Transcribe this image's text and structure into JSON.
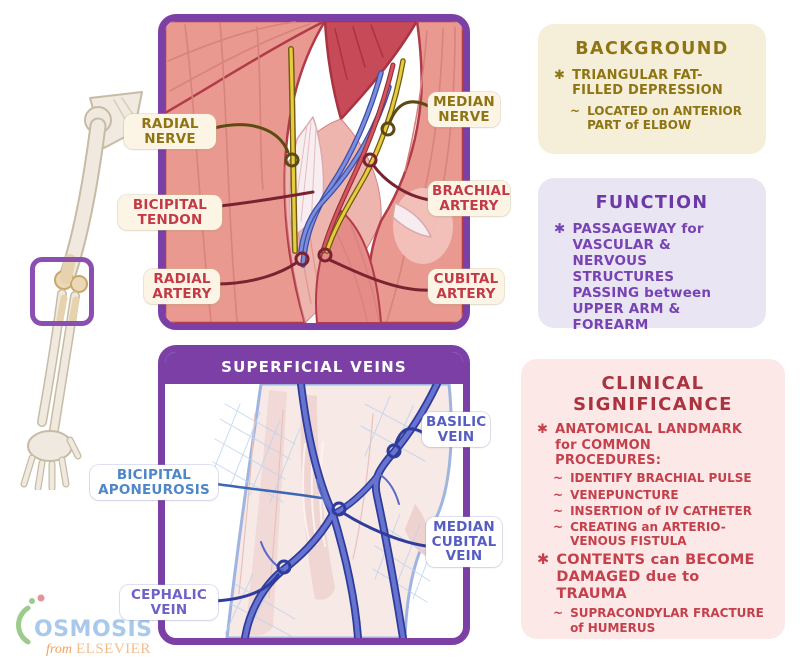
{
  "figure_fossa": {
    "labels": {
      "radial_nerve": "RADIAL NERVE",
      "bicipital_tendon": "BICIPITAL TENDON",
      "radial_artery": "RADIAL ARTERY",
      "median_nerve": "MEDIAN NERVE",
      "brachial_artery": "BRACHIAL ARTERY",
      "cubital_artery": "CUBITAL ARTERY"
    }
  },
  "figure_veins": {
    "title": "SUPERFICIAL VEINS",
    "labels": {
      "basilic_vein": "BASILIC VEIN",
      "bicipital_aponeurosis": "BICIPITAL APONEUROSIS",
      "median_cubital_vein": "MEDIAN CUBITAL VEIN",
      "cephalic_vein": "CEPHALIC VEIN"
    }
  },
  "panels": {
    "background": {
      "title": "BACKGROUND",
      "items": [
        {
          "marker": "✱",
          "text": "TRIANGULAR FAT-FILLED DEPRESSION"
        },
        {
          "marker": "~",
          "text": "LOCATED on ANTERIOR PART of ELBOW"
        }
      ]
    },
    "function": {
      "title": "FUNCTION",
      "items": [
        {
          "marker": "✱",
          "text": "PASSAGEWAY for VASCULAR & NERVOUS STRUCTURES PASSING between UPPER ARM & FOREARM"
        }
      ]
    },
    "clinical": {
      "title": "CLINICAL SIGNIFICANCE",
      "items": [
        {
          "marker": "✱",
          "text": "ANATOMICAL LANDMARK for COMMON PROCEDURES:"
        },
        {
          "marker": "~",
          "text": "IDENTIFY BRACHIAL PULSE"
        },
        {
          "marker": "~",
          "text": "VENEPUNCTURE"
        },
        {
          "marker": "~",
          "text": "INSERTION of IV CATHETER"
        },
        {
          "marker": "~",
          "text": "CREATING an ARTERIO-VENOUS FISTULA"
        },
        {
          "marker": "✱",
          "text": "CONTENTS can BECOME DAMAGED due to TRAUMA"
        },
        {
          "marker": "~",
          "text": "SUPRACONDYLAR FRACTURE of HUMERUS"
        }
      ]
    }
  },
  "logo": {
    "brand": "OSMOSIS",
    "from_text": "from",
    "publisher": "ELSEVIER"
  },
  "colors": {
    "frame_purple": "#7B3FA5",
    "olive_text": "#8F7414",
    "artery_red_text": "#C23A46",
    "clinical_title_red": "#A9333F",
    "function_purple": "#6C3AA6",
    "panel_cream": "#F5EFD9",
    "panel_lavender": "#E9E5F3",
    "panel_pink": "#FBE8E7",
    "vein_label_blue": "#565EC2",
    "aponeurosis_blue": "#4E86C8",
    "nerve_yellow": "#E8CC3E",
    "artery_red": "#D4555E",
    "vein_blue": "#6673CF",
    "logo_blue": "#A9C9EC",
    "logo_orange": "#F0A25F",
    "logo_green": "#9CCB8B"
  }
}
